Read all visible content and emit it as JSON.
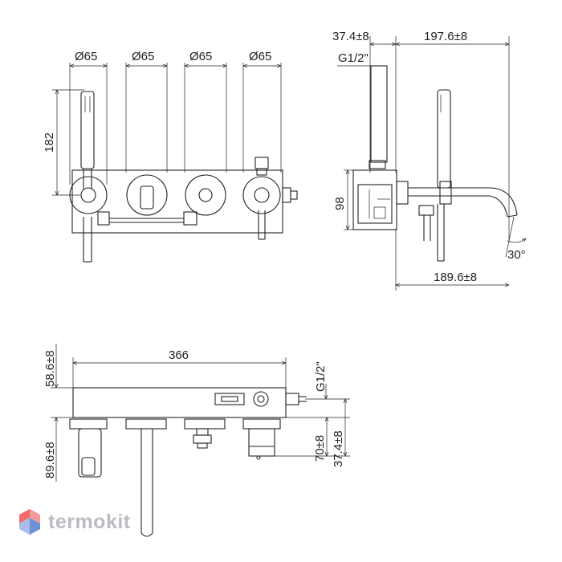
{
  "front_view": {
    "dia_1": "Ø65",
    "dia_2": "Ø65",
    "dia_3": "Ø65",
    "dia_4": "Ø65",
    "height": "182"
  },
  "side_view": {
    "dim_top_left": "37.4±8",
    "dim_top_right": "197.6±8",
    "thread": "G1/2\"",
    "height": "98",
    "bottom": "189.6±8",
    "angle": "30°"
  },
  "top_view": {
    "width": "366",
    "depth": "58.6±8",
    "thread": "G1/2\"",
    "left_offset": "89.6±8",
    "right_dim_1": "70±8",
    "right_dim_2": "37.4±8"
  },
  "watermark": {
    "brand": "termokit",
    "colors": {
      "logo_red": "#f26b6b",
      "logo_blue": "#6d8fd8",
      "text": "#b9bcc2"
    }
  }
}
